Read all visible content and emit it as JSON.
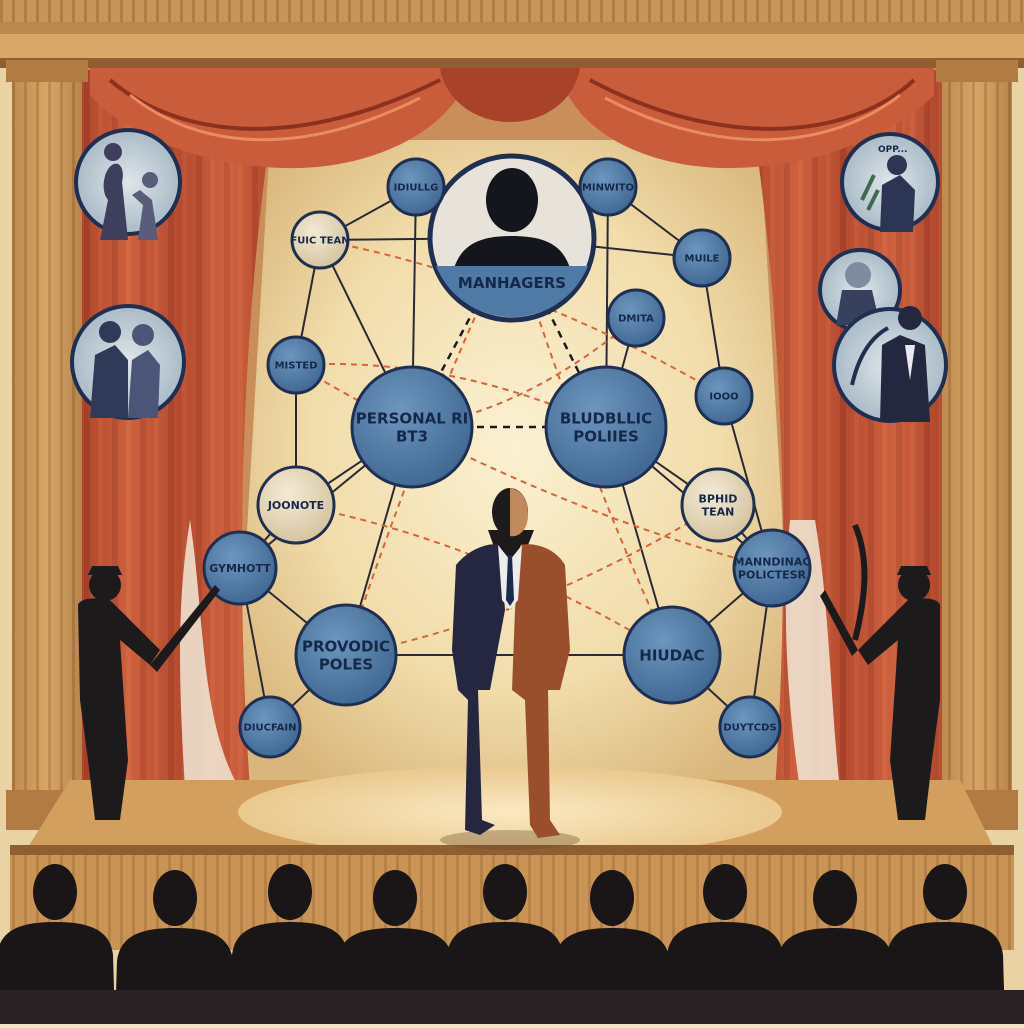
{
  "scene": {
    "colors": {
      "frame": "#c9955a",
      "curtain": "#c8553a",
      "backdrop": "#f4e3b4",
      "node_fill": "#4f7aa6",
      "node_stroke": "#1e2f52",
      "light_node_fill": "#e8dcc0",
      "silhouette": "#1d1a1c",
      "dashed_connections": "#d9633a",
      "audience": "#1a1516"
    }
  },
  "network": {
    "nodes": [
      {
        "id": "managers",
        "label": "MANHAGERS",
        "style": "hub"
      },
      {
        "id": "top-left",
        "label": "IDIULLG",
        "style": "blue"
      },
      {
        "id": "top-right",
        "label": "MINWITO",
        "style": "blue"
      },
      {
        "id": "fuic-team",
        "label": "FUIC TEAN",
        "style": "light"
      },
      {
        "id": "muile",
        "label": "MUILE",
        "style": "blue"
      },
      {
        "id": "dmta",
        "label": "DMITA",
        "style": "blue"
      },
      {
        "id": "misted",
        "label": "MISTED",
        "style": "blue"
      },
      {
        "id": "personal",
        "label": "PERSONAL RI BT3",
        "style": "blue"
      },
      {
        "id": "policies",
        "label": "BLUDBLLIC POLIIES",
        "style": "blue"
      },
      {
        "id": "ioo",
        "label": "IOOO",
        "style": "blue"
      },
      {
        "id": "joonote",
        "label": "JOONOTE",
        "style": "light"
      },
      {
        "id": "bphid-team",
        "label": "BPHID TEAN",
        "style": "light"
      },
      {
        "id": "gymhott",
        "label": "GYMHOTT",
        "style": "blue"
      },
      {
        "id": "mandatory",
        "label": "MANNDINAC POLICTESR",
        "style": "blue"
      },
      {
        "id": "provodic",
        "label": "PROVODIC POLES",
        "style": "blue"
      },
      {
        "id": "hiudac",
        "label": "HIUDAC",
        "style": "blue"
      },
      {
        "id": "bottom-left",
        "label": "DIUCFAIN",
        "style": "blue"
      },
      {
        "id": "bottom-right",
        "label": "DUYTCDS",
        "style": "blue"
      }
    ]
  },
  "side_vignettes": {
    "right_top_text": "OPP..."
  }
}
